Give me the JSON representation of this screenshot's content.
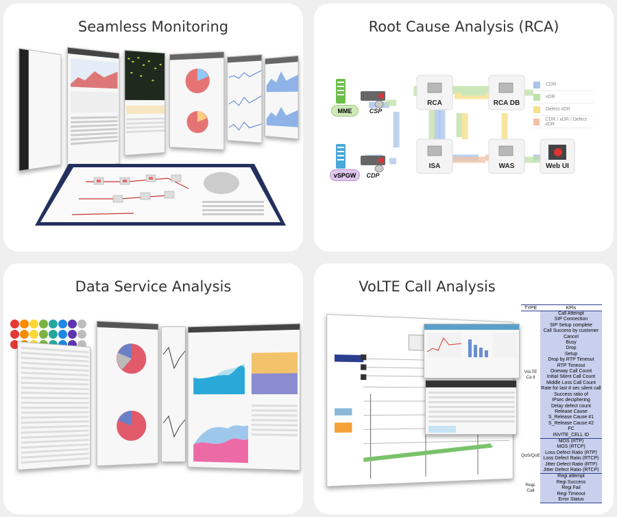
{
  "panels": {
    "monitoring": {
      "title": "Seamless Monitoring"
    },
    "rca": {
      "title": "Root Cause Analysis (RCA)",
      "nodes": {
        "mme": "MME",
        "csp": "CSP",
        "rca": "RCA",
        "rca_db": "RCA DB",
        "vspgw": "vSPGW",
        "cdp": "CDP",
        "isa": "ISA",
        "was": "WAS",
        "web_ui": "Web UI"
      },
      "legend": [
        {
          "label": "CDR",
          "color": "#a9c4ea"
        },
        {
          "label": "xDR",
          "color": "#bfe0a8"
        },
        {
          "label": "Defect xDR",
          "color": "#f6e08a"
        },
        {
          "label": "CDR / xDR / Defect xDR",
          "color": "#f0c2a4"
        }
      ]
    },
    "data_service": {
      "title": "Data Service Analysis"
    },
    "volte": {
      "title": "VoLTE Call Analysis",
      "table": {
        "header": {
          "type": "TYPE",
          "kpis": "KPIs"
        },
        "groups": [
          {
            "type": "VoLTE Ca\nll",
            "rows": [
              "Call Attempt",
              "SIP Connection",
              "SIP Setup complete",
              "Call Success by customer",
              "Cancel",
              "Busy",
              "Drop",
              "Setup",
              "Drop by RTP Timeout",
              "RTP Timeout",
              "Oneway Call Count",
              "Initial Silent Call Count",
              "Middle Loss Call Count",
              "Rate for last # sec silent call",
              "Success ratio of",
              "IPsec deciphering",
              "Delay defect count",
              "Release Cause",
              "S_Release   Cause #1",
              "S_Release   Cause #2",
              "FC",
              "INVITE_CELL    ID"
            ]
          },
          {
            "type": "QoS/QoE",
            "rows": [
              "MOS (RTP)",
              "MOS (RTCP)",
              "Loss Defect Ratio (RTP)",
              "Loss Defect Ratio (RTCP)",
              "Jitter Defect Ratio (RTP)",
              "Jitter Defect Ratio (RTCP)"
            ]
          },
          {
            "type": "Regi. Call",
            "rows": [
              "Regi attempt",
              "Regi Success",
              "Regi Fail",
              "Regi Timeout",
              "Error Status"
            ]
          }
        ]
      }
    }
  }
}
